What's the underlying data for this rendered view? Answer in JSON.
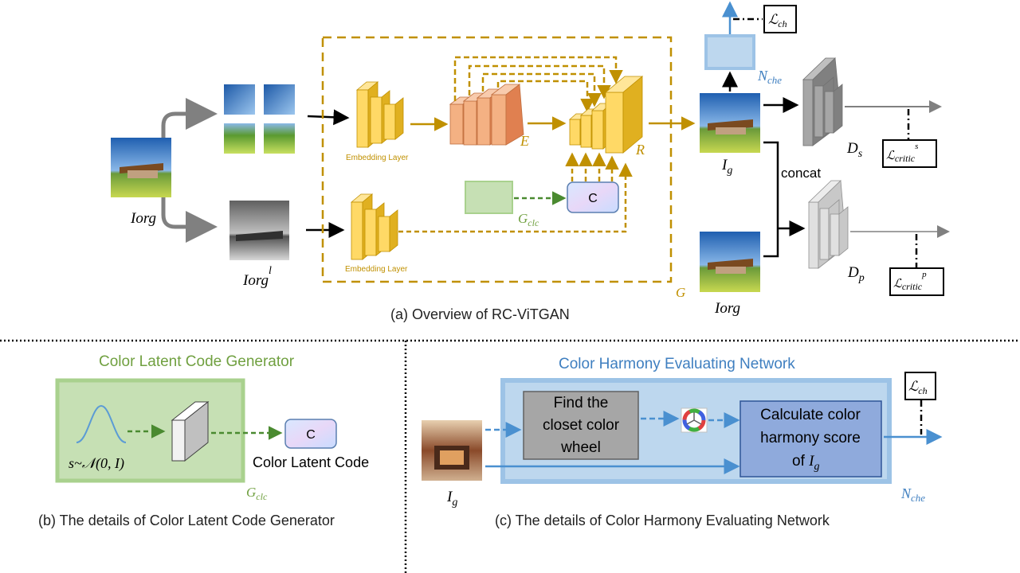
{
  "panel_a": {
    "caption": "(a) Overview of RC-ViTGAN",
    "embedding_label_top": "Embedding Layer",
    "embedding_label_bottom": "Embedding Layer",
    "E": "E",
    "R": "R",
    "G": "G",
    "G_clc": "G",
    "G_clc_sub": "clc",
    "C": "C",
    "I_org": "I",
    "I_org_sub": "org",
    "I_org_l": "I",
    "I_org_l_sub": "org",
    "I_org_l_sup": "l",
    "I_g": "I",
    "I_g_sub": "g",
    "I_org_right": "I",
    "I_org_right_sub": "org",
    "N_che": "N",
    "N_che_sub": "che",
    "L_ch": "ℒ",
    "L_ch_sub": "ch",
    "concat": "concat",
    "D_s": "D",
    "D_s_sub": "s",
    "D_p": "D",
    "D_p_sub": "p",
    "L_critic_s": "ℒ",
    "L_critic_s_sub": "critic",
    "L_critic_s_sup": "s",
    "L_critic_p": "ℒ",
    "L_critic_p_sub": "critic",
    "L_critic_p_sup": "p"
  },
  "panel_b": {
    "title": "Color Latent Code Generator",
    "noise": "s~𝒩(0, I)",
    "C": "C",
    "code_label": "Color Latent Code",
    "G_clc": "G",
    "G_clc_sub": "clc",
    "caption": "(b) The details of Color Latent Code Generator"
  },
  "panel_c": {
    "title": "Color Harmony Evaluating Network",
    "find_line1": "Find the",
    "find_line2": "closet color",
    "find_line3": "wheel",
    "calc_line1": "Calculate color",
    "calc_line2": "harmony score",
    "calc_line3": "of",
    "calc_Ig": "I",
    "calc_Ig_sub": "g",
    "L_ch": "ℒ",
    "L_ch_sub": "ch",
    "I_g": "I",
    "I_g_sub": "g",
    "N_che": "N",
    "N_che_sub": "che",
    "caption": "(c) The details of Color Harmony Evaluating Network"
  },
  "colors": {
    "gold": "#c09000",
    "green": "#70a040",
    "blue": "#3f7fc0",
    "orange": "#f4b183",
    "yellow": "#ffd966"
  }
}
